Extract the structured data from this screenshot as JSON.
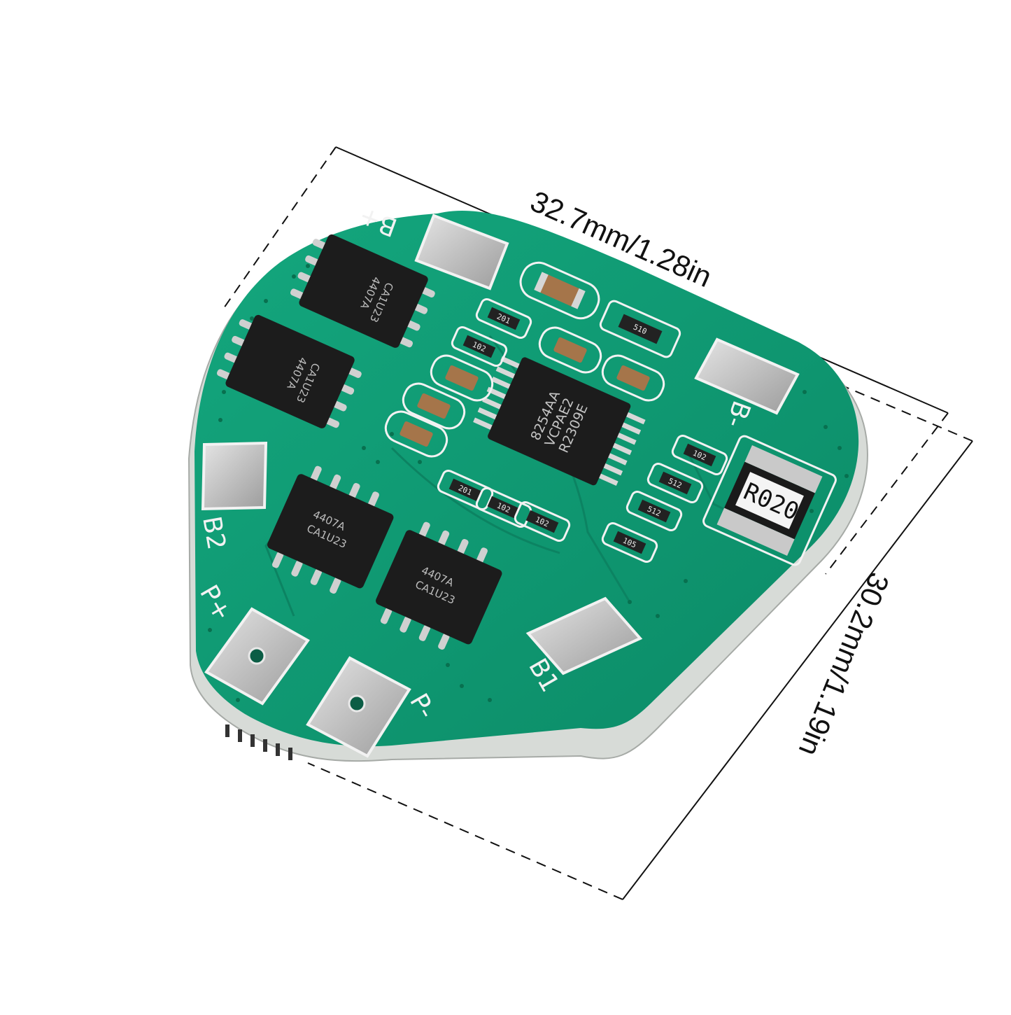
{
  "dimensions": {
    "width_label": "32.7mm/1.28in",
    "height_label": "30.2mm/1.19in"
  },
  "pad_labels": {
    "b_plus": "B+",
    "b_minus": "B-",
    "b1": "B1",
    "b2": "B2",
    "p_plus": "P+",
    "p_minus": "P-"
  },
  "chips": {
    "mosfet_line1": "4407A",
    "mosfet_line2": "CA1U23",
    "controller_line1": "8254AA",
    "controller_line2": "VCPAE2",
    "controller_line3": "R2309E"
  },
  "resistors": {
    "r1": "201",
    "r2": "102",
    "r3": "510",
    "r4": "201",
    "r5": "102",
    "r6": "102",
    "r7": "102",
    "r8": "512",
    "r9": "512",
    "r10": "105",
    "shunt": "R020"
  },
  "colors": {
    "board_green": "#0f9a74",
    "board_edge": "#d8dcd8",
    "pad_silver": "#c9c9c9",
    "chip_black": "#1c1c1c",
    "silkscreen": "#f2f2f2"
  }
}
